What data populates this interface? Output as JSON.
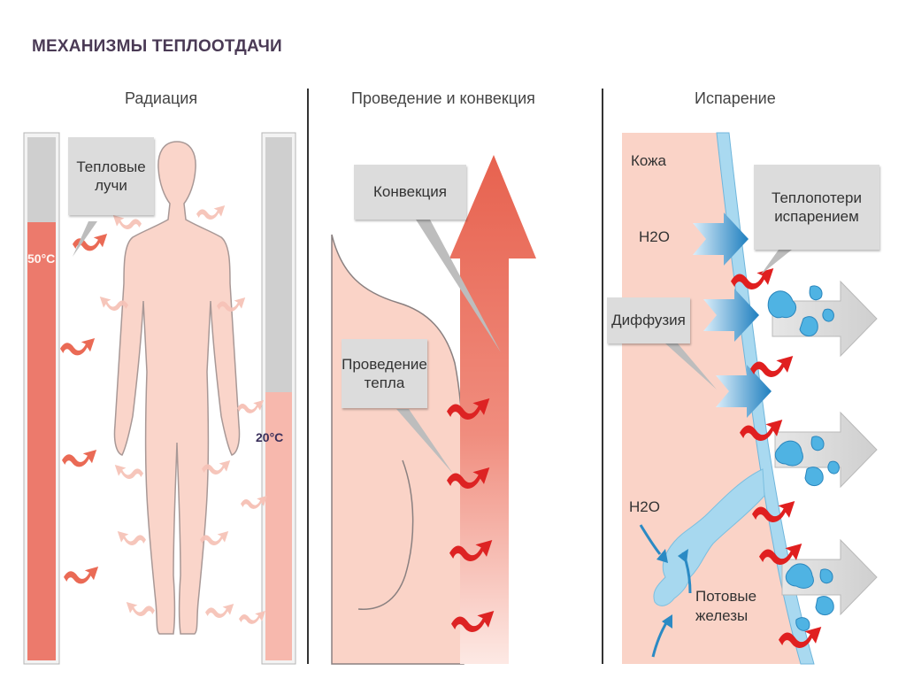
{
  "title": "МЕХАНИЗМЫ ТЕПЛООТДАЧИ",
  "panels": {
    "radiation": {
      "heading": "Радиация",
      "rays_label": "Тепловые\nлучи",
      "temp_hot": "50°C",
      "temp_cold": "20°C"
    },
    "convection": {
      "heading": "Проведение и конвекция",
      "convection_label": "Конвекция",
      "conduction_label": "Проведение\nтепла"
    },
    "evaporation": {
      "heading": "Испарение",
      "skin_label": "Кожа",
      "h2o_top": "H2O",
      "loss_label": "Теплопотери\nиспарением",
      "diffusion_label": "Диффузия",
      "h2o_bottom": "H2O",
      "glands_label": "Потовые\nжелезы"
    }
  },
  "colors": {
    "hot_fill": "#ec7a6c",
    "cold_fill": "#f7b8ad",
    "thermo_top": "#cfcfcf",
    "skin": "#fad3c7",
    "convection_arrow": "#e9705f",
    "red_arrow": "#e02020",
    "blue_arrow": "#2b8ac4",
    "sweat": "#a7d8ef",
    "gray_arrow": "#d6d6d6"
  }
}
